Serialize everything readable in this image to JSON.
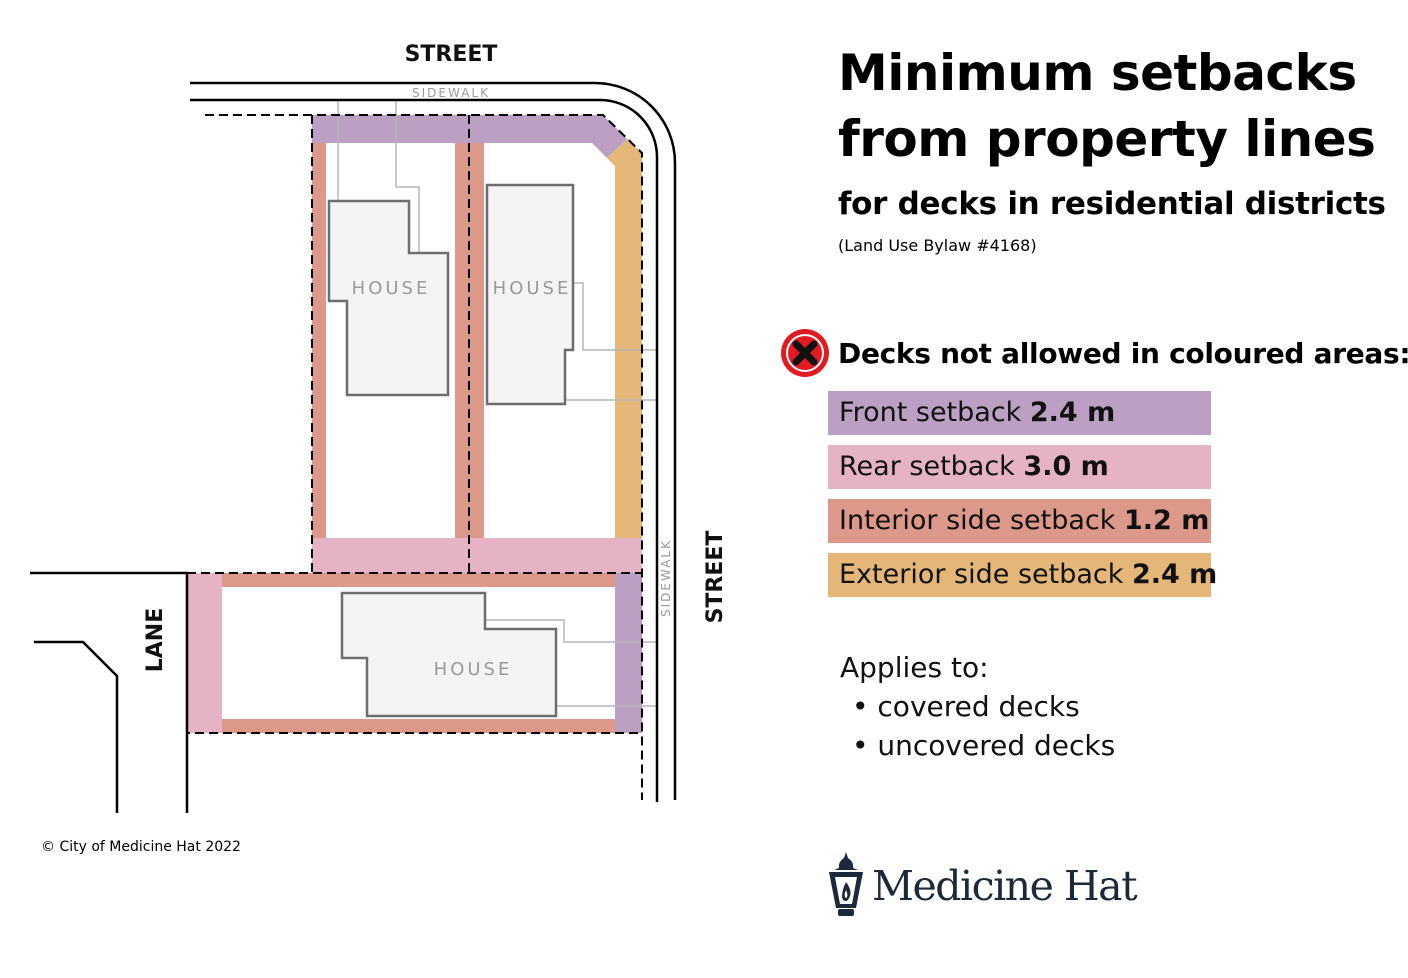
{
  "diagram": {
    "street_top": "STREET",
    "street_right": "STREET",
    "sidewalk_top": "SIDEWALK",
    "sidewalk_right": "SIDEWALK",
    "lane": "LANE",
    "houses": [
      "HOUSE",
      "HOUSE",
      "HOUSE"
    ]
  },
  "title": {
    "line1": "Minimum setbacks",
    "line2": "from property lines",
    "subtitle": "for decks in residential districts",
    "bylaw": "(Land Use Bylaw #4168)"
  },
  "warning": {
    "icon": "red-x-circle-icon",
    "heading": "Decks not allowed in coloured areas:"
  },
  "legend": [
    {
      "label": "Front setback ",
      "value": "2.4 m",
      "color": "#bba0c3"
    },
    {
      "label": "Rear setback ",
      "value": "3.0 m",
      "color": "#e6b3c6"
    },
    {
      "label": "Interior side setback ",
      "value": "1.2 m",
      "color": "#dc9989"
    },
    {
      "label": "Exterior side setback ",
      "value": "2.4 m",
      "color": "#e4b677"
    }
  ],
  "applies": {
    "heading": "Applies to:",
    "items": [
      "• covered decks",
      "• uncovered decks"
    ]
  },
  "copyright": "© City of Medicine Hat 2022",
  "logo": {
    "name": "Medicine Hat"
  }
}
